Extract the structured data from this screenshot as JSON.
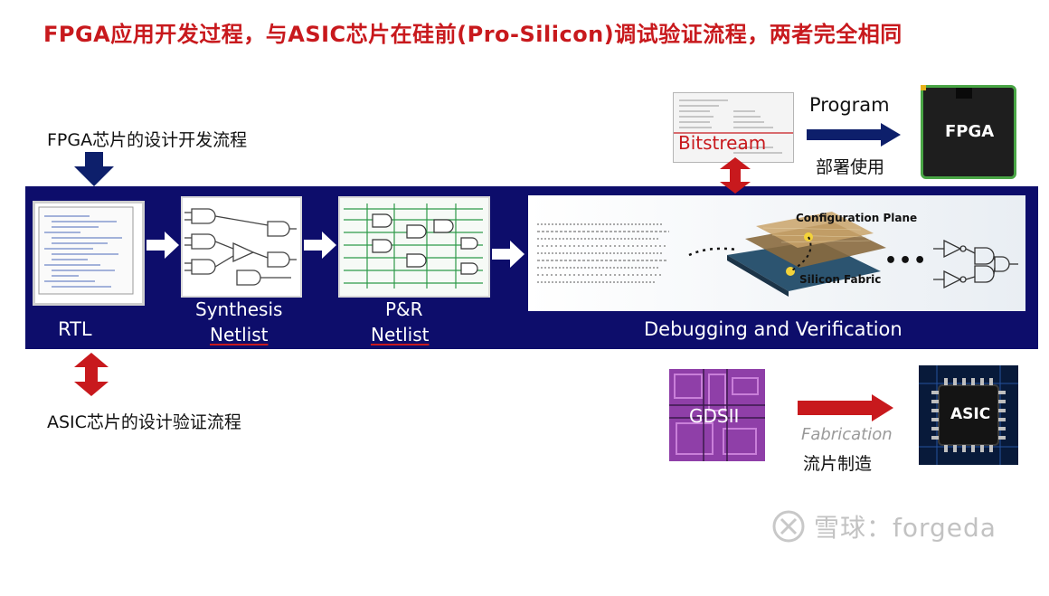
{
  "title": "FPGA应用开发过程，与ASIC芯片在硅前(Pro-Silicon)调试验证流程，两者完全相同",
  "fpga_flow_label": "FPGA芯片的设计开发流程",
  "asic_flow_label": "ASIC芯片的设计验证流程",
  "stages": {
    "rtl": "RTL",
    "synthesis_line1": "Synthesis",
    "synthesis_line2": "Netlist",
    "pr_line1": "P&R",
    "pr_line2": "Netlist",
    "debug": "Debugging  and Verification"
  },
  "debug_panel": {
    "config_plane": "Configuration Plane",
    "silicon_fabric": "Silicon Fabric",
    "ellipsis": "•••"
  },
  "top_right": {
    "bitstream": "Bitstream",
    "program": "Program",
    "deploy": "部署使用",
    "fpga_chip": "FPGA"
  },
  "bottom_right": {
    "gdsii": "GDSII",
    "fabrication": "Fabrication",
    "tapeout": "流片制造",
    "asic_chip": "ASIC"
  },
  "watermark": "雪球：forgeda",
  "colors": {
    "title_red": "#c8191d",
    "band_navy": "#0d0d6b",
    "arrow_blue": "#0d1f6b",
    "arrow_red": "#c8191d"
  }
}
